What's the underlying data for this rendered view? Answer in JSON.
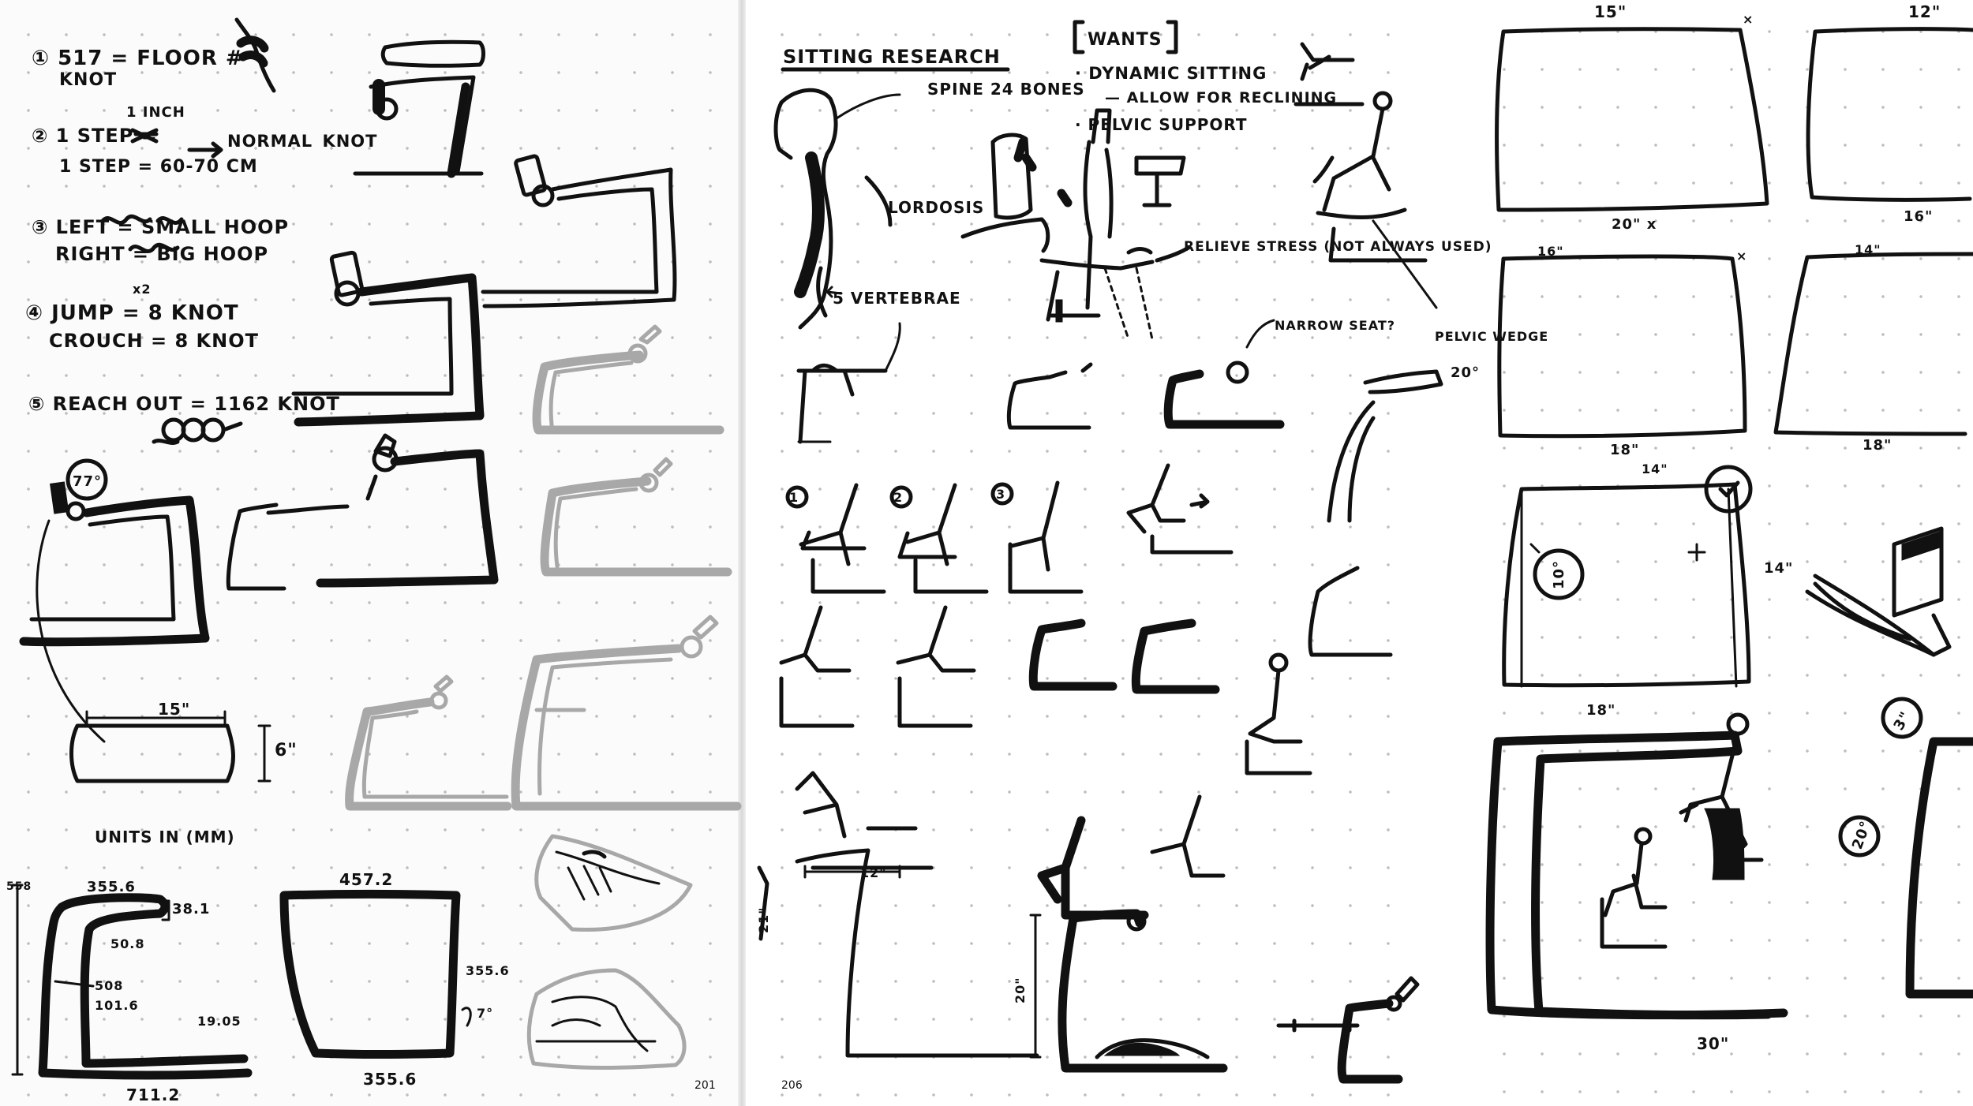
{
  "notes": {
    "item1_main": "① 517 = FLOOR #",
    "item1_sub": "KNOT",
    "item2_line1": "② 1 STEP = ",
    "item2_inch": "1 INCH",
    "item2_line2": "1 STEP = 60-70 CM",
    "item2_arrow_label": "NORMAL KNOT",
    "item3_line1": "③ LEFT = SMALL HOOP",
    "item3_line2": "RIGHT = BIG HOOP",
    "item4_line1": "④ JUMP = 8 KNOT",
    "item4_sup": "x2",
    "item4_line2": "CROUCH = 8 KNOT",
    "item5_line1": "⑤ REACH OUT = 1162 KNOT"
  },
  "left_page": {
    "angle_label": "77°",
    "seat_width_label": "15\"",
    "seat_height_label": "6\"",
    "units_label": "UNITS IN (MM)",
    "dims": {
      "d1": "558",
      "d2": "355.6",
      "d3": "38.1",
      "d4": "50.8",
      "d5": "508",
      "d6": "101.6",
      "d7": "19.05",
      "d8": "711.2",
      "d9": "457.2",
      "d10": "355.6",
      "d11": "7°",
      "d12": "355.6"
    }
  },
  "middle_page": {
    "title": "SITTING RESEARCH",
    "spine_label": "SPINE 24 BONES",
    "lordosis_label": "LORDOSIS",
    "vertebrae_label": "5 VERTEBRAE",
    "wants_title": "WANTS",
    "want1": "· DYNAMIC SITTING",
    "want1_sub": "— ALLOW FOR RECLINING",
    "want2": "· PELVIC SUPPORT",
    "relieve_label": "RELIEVE STRESS (NOT ALWAYS USED)",
    "narrow_label": "NARROW SEAT?",
    "pelvic_wedge_label": "PELVIC WEDGE",
    "wedge_angle": "20°",
    "pose_numbers": [
      "1",
      "2",
      "3"
    ],
    "dim_12": "12\"",
    "dim_21": "21\"",
    "dim_20": "20\""
  },
  "right_page": {
    "d_15": "15\"",
    "d_12": "12\"",
    "d_20x": "20\" x",
    "d_16a": "16\"",
    "d_16b": "16\"",
    "d_14a": "14\"",
    "d_18a": "18\"",
    "d_18b": "18\"",
    "d_14b": "14\"",
    "d_14c": "14\"",
    "d_18c": "18\"",
    "d_10": "10°",
    "d_3": "3\"",
    "d_20deg": "20°",
    "d_30": "30\""
  },
  "footer": {
    "page_num_a": "201",
    "page_num_b": "206"
  }
}
